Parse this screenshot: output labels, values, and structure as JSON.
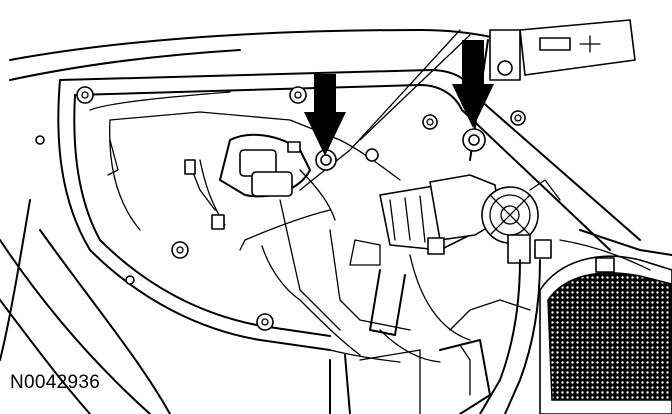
{
  "figure": {
    "id_label": "N0042936"
  },
  "arrows": [
    {
      "name": "arrow-left",
      "icon": "down-arrow-icon"
    },
    {
      "name": "arrow-right",
      "icon": "down-arrow-icon"
    }
  ],
  "colors": {
    "line": "#000000",
    "background": "#ffffff",
    "speaker_mesh": "#000000"
  }
}
